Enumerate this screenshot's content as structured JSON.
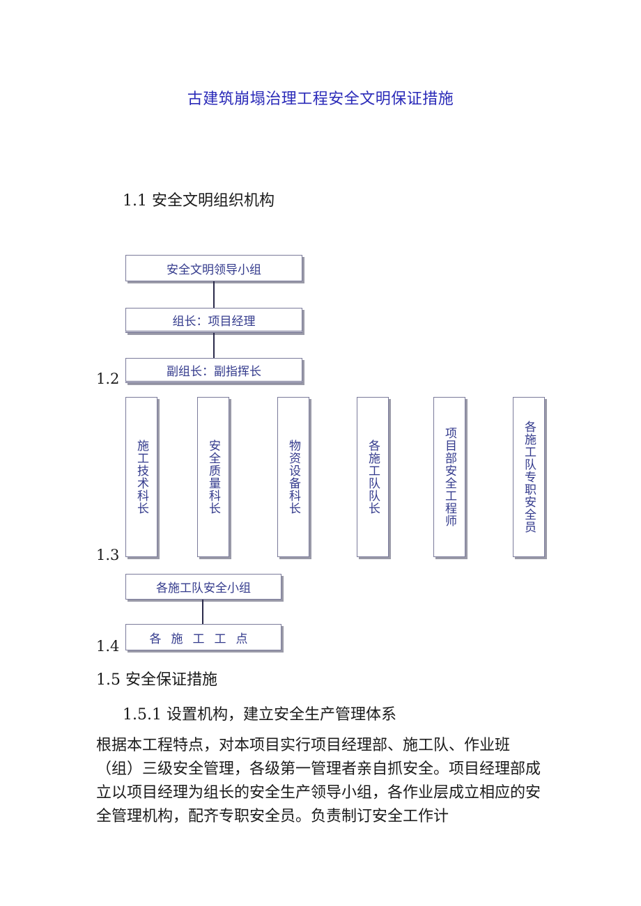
{
  "doc": {
    "title": "古建筑崩塌治理工程安全文明保证措施",
    "section_1_1": "1.1 安全文明组织机构",
    "num_1_2": "1.2",
    "num_1_3": "1.3",
    "num_1_4": "1.4",
    "section_1_5": "1.5  安全保证措施",
    "section_1_5_1": "1.5.1 设置机构，建立安全生产管理体系",
    "paragraph": "根据本工程特点，对本项目实行项目经理部、施工队、作业班（组）三级安全管理，各级第一管理者亲自抓安全。项目经理部成立以项目经理为组长的安全生产领导小组，各作业层成立相应的安全管理机构，配齐专职安全员。负责制订安全工作计"
  },
  "org": {
    "leader_group": "安全文明领导小组",
    "leader": "组长：项目经理",
    "deputy": "副组长：副指挥长",
    "departments": [
      "施工技术科长",
      "安全质量科长",
      "物资设备科长",
      "各施工队队长",
      "项目部安全工程师",
      "各施工队专职安全员"
    ],
    "team_group": "各施工队安全小组",
    "work_points": "各施工工点"
  }
}
